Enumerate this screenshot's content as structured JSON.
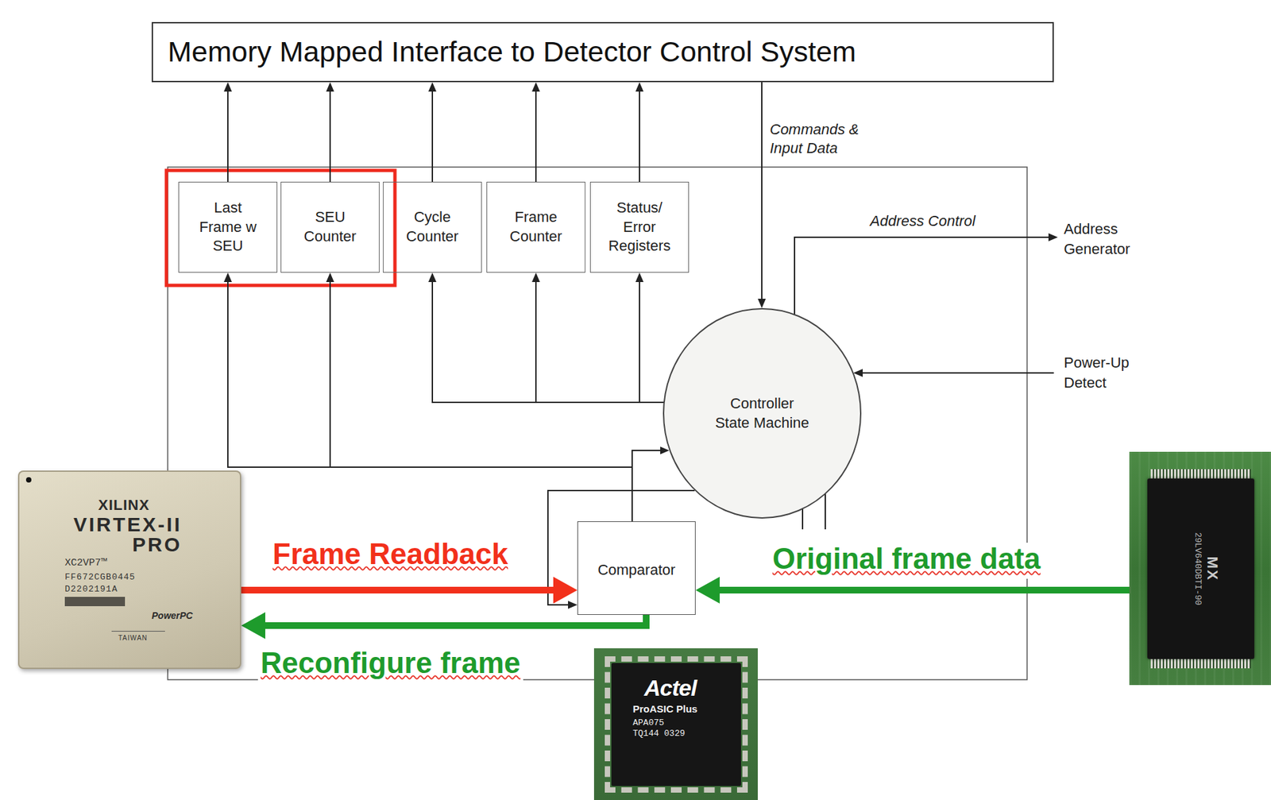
{
  "diagram": {
    "nodes": [
      {
        "text": [
          "Memory Mapped Interface to Detector Control System"
        ]
      },
      {
        "text": [
          "Last Frame w SEU"
        ]
      },
      {
        "text": [
          "SEU Counter"
        ]
      },
      {
        "text": [
          "Cycle Counter"
        ]
      },
      {
        "text": [
          "Frame Counter"
        ]
      },
      {
        "text": [
          "Status/ Error Registers"
        ]
      },
      {
        "text": [
          "Controller State Machine"
        ]
      },
      {
        "text": [
          "XILINX",
          "VIRTEX-II PRO",
          "XC2VP7™",
          "FF672CGB0445",
          "D2202191A",
          "PowerPC",
          "TAIWAN"
        ]
      },
      {
        "text": [
          "Comparator"
        ]
      },
      {
        "text": [
          "MX",
          "29LV640DBTI-90"
        ]
      },
      {
        "text": [
          "Actel",
          "ProASIC Plus",
          "APA075",
          "TQ144 0329"
        ]
      }
    ],
    "edges": [
      {
        "from": 1,
        "to": 0,
        "arrow": "to"
      },
      {
        "from": 2,
        "to": 0,
        "arrow": "to"
      },
      {
        "from": 3,
        "to": 0,
        "arrow": "to"
      },
      {
        "from": 4,
        "to": 0,
        "arrow": "to"
      },
      {
        "from": 5,
        "to": 0,
        "arrow": "to"
      },
      {
        "from": 0,
        "to": 6,
        "label": "Commands & Input Data",
        "arrow": "to"
      },
      {
        "from": 6,
        "to": 3,
        "arrow": "to"
      },
      {
        "from": 6,
        "to": 4,
        "arrow": "to"
      },
      {
        "from": 6,
        "to": 5,
        "arrow": "to"
      },
      {
        "from": 8,
        "to": 1,
        "arrow": "to"
      },
      {
        "from": 8,
        "to": 2,
        "arrow": "to"
      },
      {
        "from": 8,
        "to": 6,
        "arrow": "to"
      },
      {
        "from": 6,
        "to": 8,
        "arrow": "to"
      },
      {
        "from": 7,
        "to": 8,
        "label": "Frame Readback",
        "arrow": "to"
      },
      {
        "from": 8,
        "to": 7,
        "label": "Reconfigure frame",
        "arrow": "to"
      },
      {
        "from": 9,
        "to": 8,
        "label": "Original frame data",
        "arrow": "to"
      }
    ],
    "labels": [
      "Address Control",
      "Address Generator",
      "Power-Up Detect"
    ]
  }
}
